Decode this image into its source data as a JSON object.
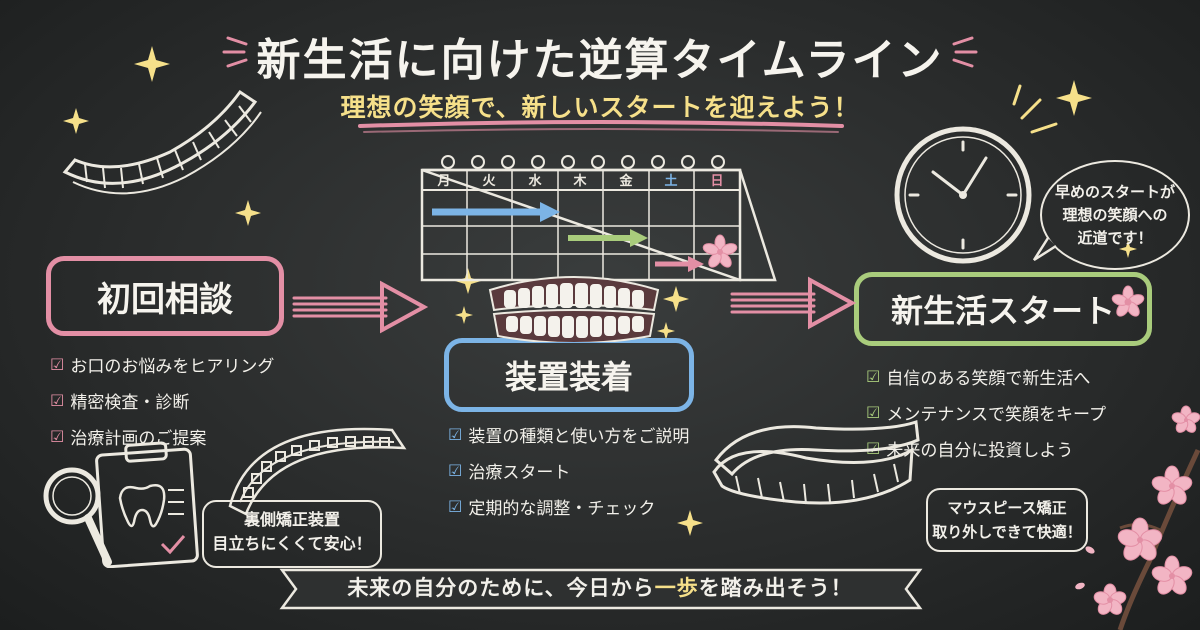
{
  "title": "新生活に向けた逆算タイムライン",
  "subtitle": "理想の笑顔で、新しいスタートを迎えよう！",
  "calendar": {
    "days": [
      "月",
      "火",
      "水",
      "木",
      "金",
      "土",
      "日"
    ]
  },
  "steps": [
    {
      "label": "初回相談",
      "items": [
        "お口のお悩みをヒアリング",
        "精密検査・診断",
        "治療計画のご提案"
      ]
    },
    {
      "label": "装置装着",
      "items": [
        "装置の種類と使い方をご説明",
        "治療スタート",
        "定期的な調整・チェック"
      ]
    },
    {
      "label": "新生活スタート",
      "items": [
        "自信のある笑顔で新生活へ",
        "メンテナンスで笑顔をキープ",
        "未来の自分に投資しよう"
      ]
    }
  ],
  "bubble_clock": {
    "line1": "早めのスタートが",
    "line2": "理想の笑顔への",
    "line3": "近道です！"
  },
  "note_braces": {
    "line1": "裏側矯正装置",
    "line2": "目立ちにくくて安心！"
  },
  "note_aligner": {
    "line1": "マウスピース矯正",
    "line2": "取り外しできて快適！"
  },
  "banner": {
    "before": "未来の自分のために、今日から",
    "emphasis": "一歩",
    "after": "を踏み出そう！"
  },
  "colors": {
    "pink": "#e38fa5",
    "blue": "#7cb4e6",
    "green": "#a9cc7c",
    "yellow": "#f6e08a",
    "chalk": "#f2f0ea"
  },
  "icons": [
    "sparkle-icon",
    "aligner-icon",
    "calendar-icon",
    "clock-icon",
    "teeth-icon",
    "braces-icon",
    "magnifier-icon",
    "clipboard-icon",
    "cherry-blossom-icon",
    "check-icon",
    "arrow-icon"
  ]
}
